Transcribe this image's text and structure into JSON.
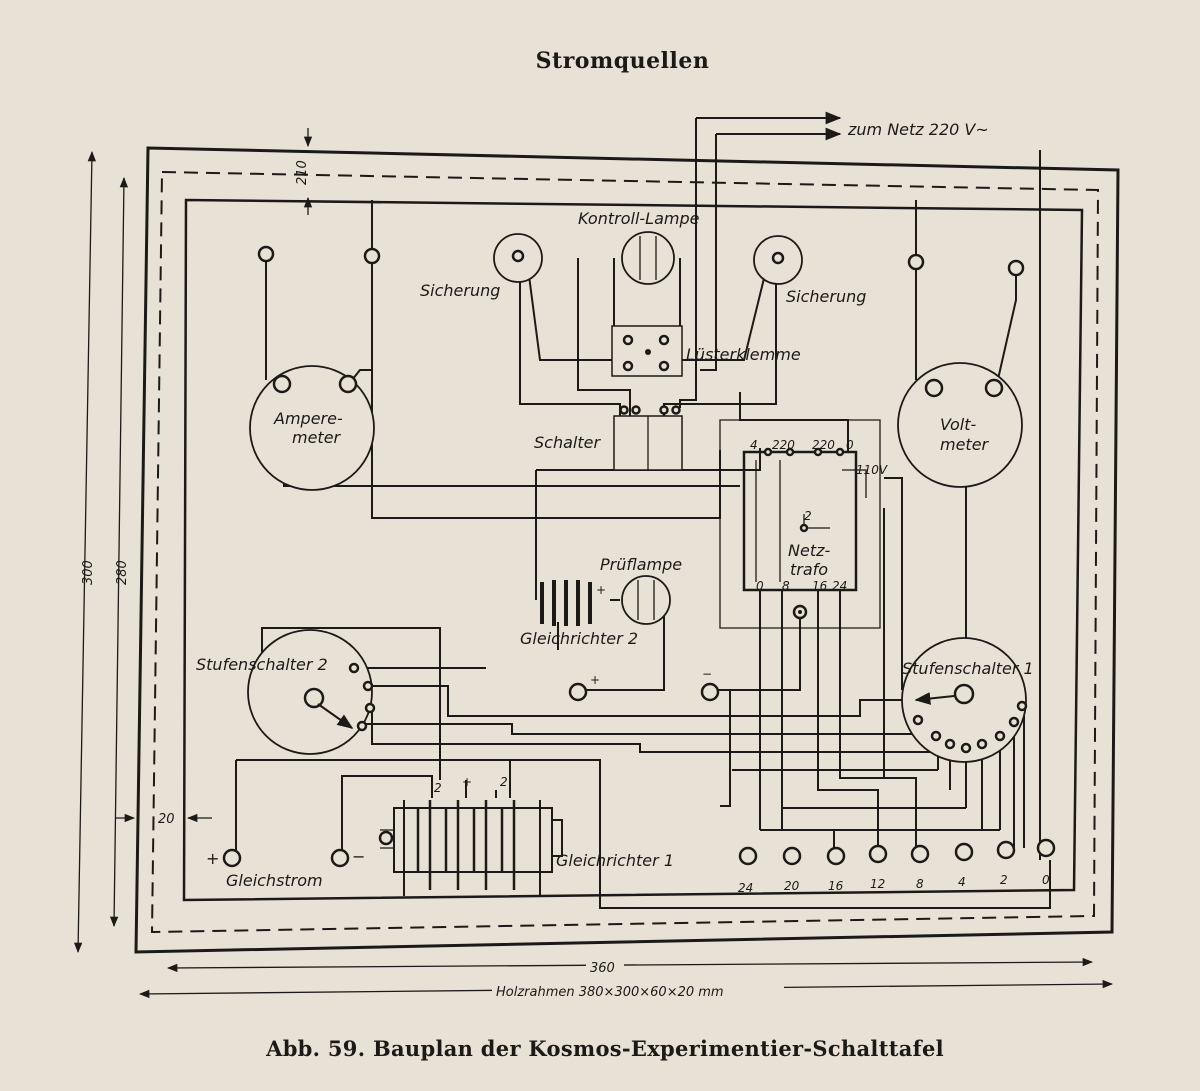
{
  "heading": "Stromquellen",
  "caption": "Abb. 59. Bauplan der Kosmos-Experimentier-Schalttafel",
  "mains": "zum Netz 220 V~",
  "components": {
    "kontroll_lampe": "Kontroll-Lampe",
    "sicherung_left": "Sicherung",
    "sicherung_right": "Sicherung",
    "luesterklemme": "Lüsterklemme",
    "schalter": "Schalter",
    "amperemeter_1": "Ampere-",
    "amperemeter_2": "meter",
    "voltmeter_1": "Volt-",
    "voltmeter_2": "meter",
    "netztrafo_1": "Netz-",
    "netztrafo_2": "trafo",
    "prueflampe": "Prüflampe",
    "gleichrichter2": "Gleichrichter 2",
    "gleichrichter1": "Gleichrichter 1",
    "stufenschalter2": "Stufenschalter 2",
    "stufenschalter1": "Stufenschalter 1",
    "gleichstrom": "Gleichstrom"
  },
  "trafo_taps_top": [
    "4",
    "220",
    "220",
    "0"
  ],
  "trafo_tap_110": "110V",
  "trafo_taps_bottom": [
    "0",
    "8",
    "16",
    "24"
  ],
  "trafo_mid_tap": "2",
  "output_terminals": [
    "24",
    "20",
    "16",
    "12",
    "8",
    "4",
    "2",
    "0"
  ],
  "dimensions": {
    "d210": "210",
    "d300": "300",
    "d280": "280",
    "d20": "20",
    "d360": "360",
    "holzrahmen": "Holzrahmen 380×300×60×20 mm"
  },
  "symbols": {
    "plus": "+",
    "minus": "−"
  }
}
